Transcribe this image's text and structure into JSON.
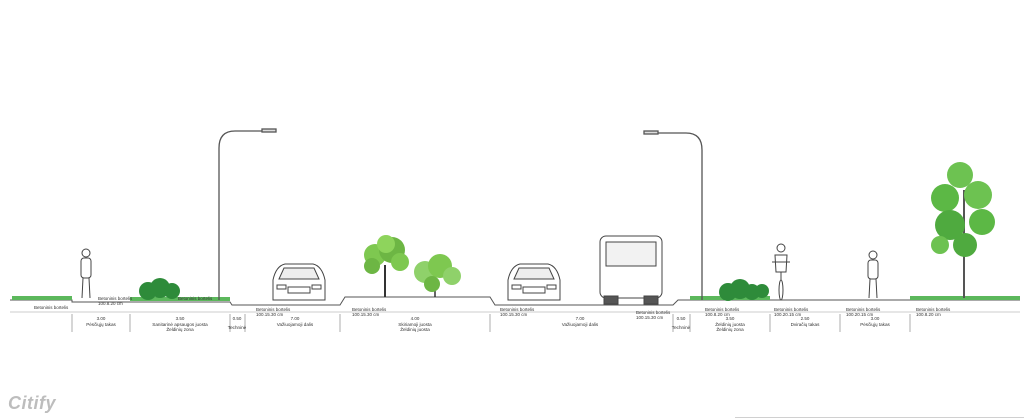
{
  "colors": {
    "grass": "#5cb85c",
    "hedge": "#2e8b3a",
    "tree_light": "#7ec850",
    "tree_dark": "#3f9a3a",
    "line": "#555555"
  },
  "watermark": "Citify",
  "zones": [
    "Pėsčiųjų takas",
    "Želdinių zona",
    "Važiuojamoji dalis",
    "Skiriamoji juosta",
    "Važiuojamoji dalis",
    "Želdinių zona",
    "Dviračių takas",
    "Pėsčiųjų takas"
  ],
  "zone_notes": [
    "Sanitarinė apsaugos juosta",
    "Želdinių juosta",
    "Želdinių juosta"
  ],
  "small_zone_labels": [
    "Techninė",
    "Techninė"
  ],
  "widths": [
    "3.00",
    "3.50",
    "0.50",
    "7.00",
    "4.00",
    "7.00",
    "0.50",
    "3.50",
    "2.50",
    "3.00"
  ],
  "curb_label": "Betoninis bortelis",
  "curb_spec": "100.15.30 cm",
  "curb_spec_small": "100.8.20 cm",
  "curb_spec_alt": "100.20.15 cm",
  "icons": [
    "pedestrian-icon",
    "shrub-icon",
    "street-lamp-icon",
    "car-front-icon",
    "deciduous-tree-icon",
    "bush-tree-icon",
    "car-front-icon",
    "bus-rear-icon",
    "street-lamp-icon",
    "shrub-icon",
    "cyclist-icon",
    "pedestrian-icon",
    "tall-tree-icon"
  ]
}
